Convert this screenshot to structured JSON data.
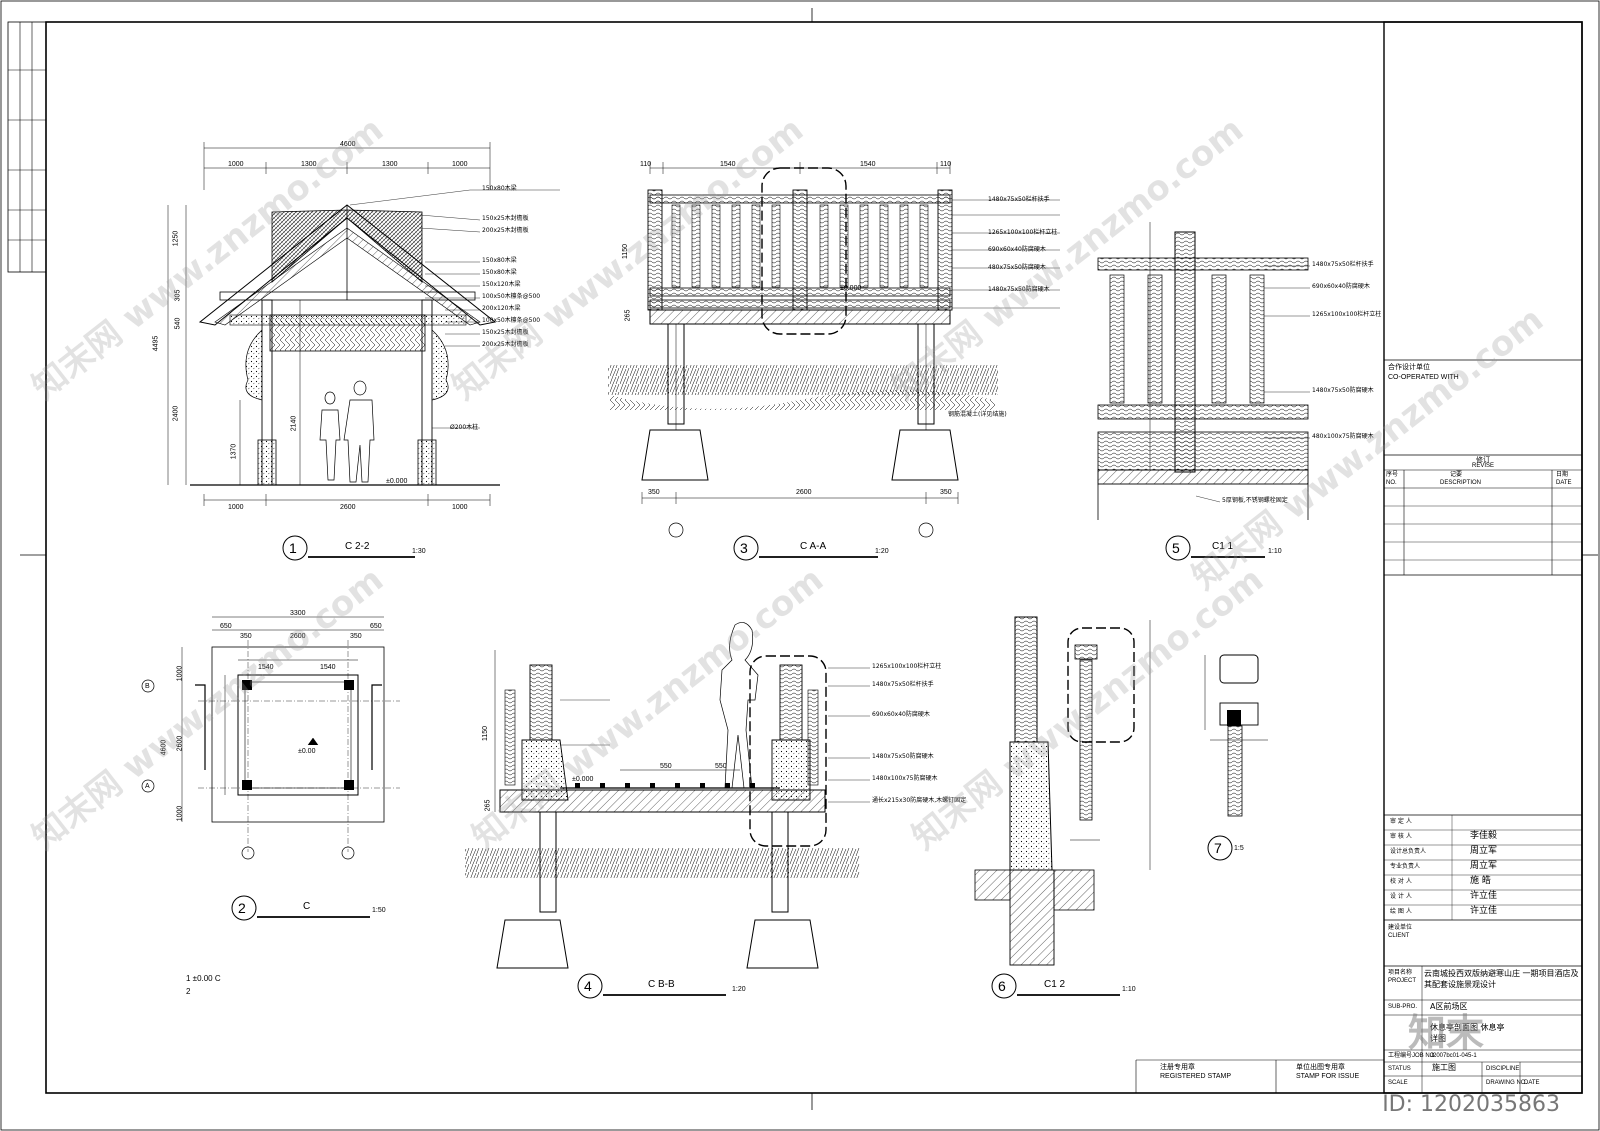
{
  "detail_titles": [
    {
      "num": "1",
      "title": "C 2-2",
      "scale": "1:30"
    },
    {
      "num": "2",
      "title": "C",
      "scale": "1:50"
    },
    {
      "num": "3",
      "title": "C   A-A",
      "scale": "1:20"
    },
    {
      "num": "4",
      "title": "C   B-B",
      "scale": "1:20"
    },
    {
      "num": "5",
      "title": "C1   1",
      "scale": "1:10"
    },
    {
      "num": "6",
      "title": "C1   2",
      "scale": "1:10"
    },
    {
      "num": "7",
      "title": "",
      "scale": "1:5"
    }
  ],
  "notes": {
    "line1": "1   ±0.00          C",
    "line2": "2"
  },
  "dims_1": {
    "overall": "4600",
    "top": [
      "1000",
      "1300",
      "1300",
      "1000"
    ],
    "bottom": [
      "1000",
      "2600",
      "1000"
    ],
    "height": "4495",
    "left_v": [
      "1250",
      "305",
      "540",
      "2400"
    ],
    "col_h": "1370",
    "inner_h": "2140",
    "level": "±0.000"
  },
  "dims_2": {
    "overall": "3300",
    "top": [
      "650",
      "350",
      "2600",
      "350",
      "650"
    ],
    "spans": [
      "1540",
      "1540"
    ],
    "left_v": [
      "1000",
      "2600",
      "1000"
    ],
    "total_v": "4600",
    "level": "±0.00",
    "axis_a": "A",
    "axis_b": "B"
  },
  "dims_3": {
    "top": [
      "110",
      "1540",
      "1540",
      "110"
    ],
    "bottom": [
      "350",
      "2600",
      "350"
    ],
    "left": [
      "1150",
      "265"
    ],
    "level": "±0.000"
  },
  "dims_4": {
    "mid": [
      "550",
      "550"
    ],
    "left": [
      "1150",
      "265"
    ],
    "level": "±0.000"
  },
  "notes_1": [
    "150x80木梁",
    "150x25木封檐板",
    "200x25木封檐板",
    "150x80木梁",
    "150x80木梁",
    "150x120木梁",
    "100x50木檩条@500",
    "200x120木梁",
    "100x50木檩条@500",
    "150x25木封檐板",
    "200x25木封檐板",
    "Ø200木柱"
  ],
  "notes_3": [
    "1480x75x50栏杆扶手",
    "1265x100x100栏杆立柱",
    "690x60x40防腐硬木",
    "480x75x50防腐硬木",
    "1480x75x50防腐硬木",
    "钢筋混凝土(详见结施)"
  ],
  "notes_5": [
    "1480x75x50栏杆扶手",
    "690x60x40防腐硬木",
    "1265x100x100栏杆立柱",
    "1480x75x50防腐硬木",
    "480x100x75防腐硬木",
    "5厚钢板,不锈钢螺栓固定"
  ],
  "notes_4": [
    "1265x100x100栏杆立柱",
    "1480x75x50栏杆扶手",
    "690x60x40防腐硬木",
    "1480x75x50防腐硬木",
    "1480x100x75防腐硬木",
    "通长x215x30防腐硬木,木螺钉固定"
  ],
  "titleblock": {
    "cooperated": "合作设计单位",
    "cooperated_en": "CO-OPERATED WITH",
    "revise": "修订",
    "revise_en": "REVISE",
    "no_cn": "序号",
    "no_en": "NO.",
    "desc_cn": "记要",
    "desc_en": "DESCRIPTION",
    "date_cn": "日期",
    "date_en": "DATE",
    "roles": [
      {
        "role": "审 定 人",
        "name": ""
      },
      {
        "role": "审 核 人",
        "name": "李佳毅"
      },
      {
        "role": "设计总负责人",
        "name": "周立军"
      },
      {
        "role": "专业负责人",
        "name": "周立军"
      },
      {
        "role": "校 对 人",
        "name": "施 皓"
      },
      {
        "role": "设 计 人",
        "name": "许立佳"
      },
      {
        "role": "绘 图 人",
        "name": "许立佳"
      }
    ],
    "client_cn": "建设单位",
    "client_en": "CLIENT",
    "project_cn": "项目名称",
    "project_en": "PROJECT",
    "project_name": "云南城投西双版纳避寒山庄 一期项目酒店及其配套设施景观设计",
    "subpro_en": "SUB-PRO.",
    "subpro_name": "A区前场区",
    "drawing_title": "休息亭剖面图 休息亭详图",
    "jobno_en": "工程编号JOB NO.",
    "jobno": "J2007bc01-045-1",
    "status_en": "STATUS",
    "status": "施工图",
    "discipline_en": "DISCIPLINE",
    "scale_en": "SCALE",
    "drawingno_en": "DRAWING NO.",
    "date_en2": "DATE",
    "registered_cn": "注册专用章",
    "registered_en": "REGISTERED STAMP",
    "issue_cn": "单位出图专用章",
    "issue_en": "STAMP FOR ISSUE"
  },
  "watermark": "知末网 www.znzmo.com",
  "logo": "知末",
  "id_badge": "ID: 1202035863"
}
